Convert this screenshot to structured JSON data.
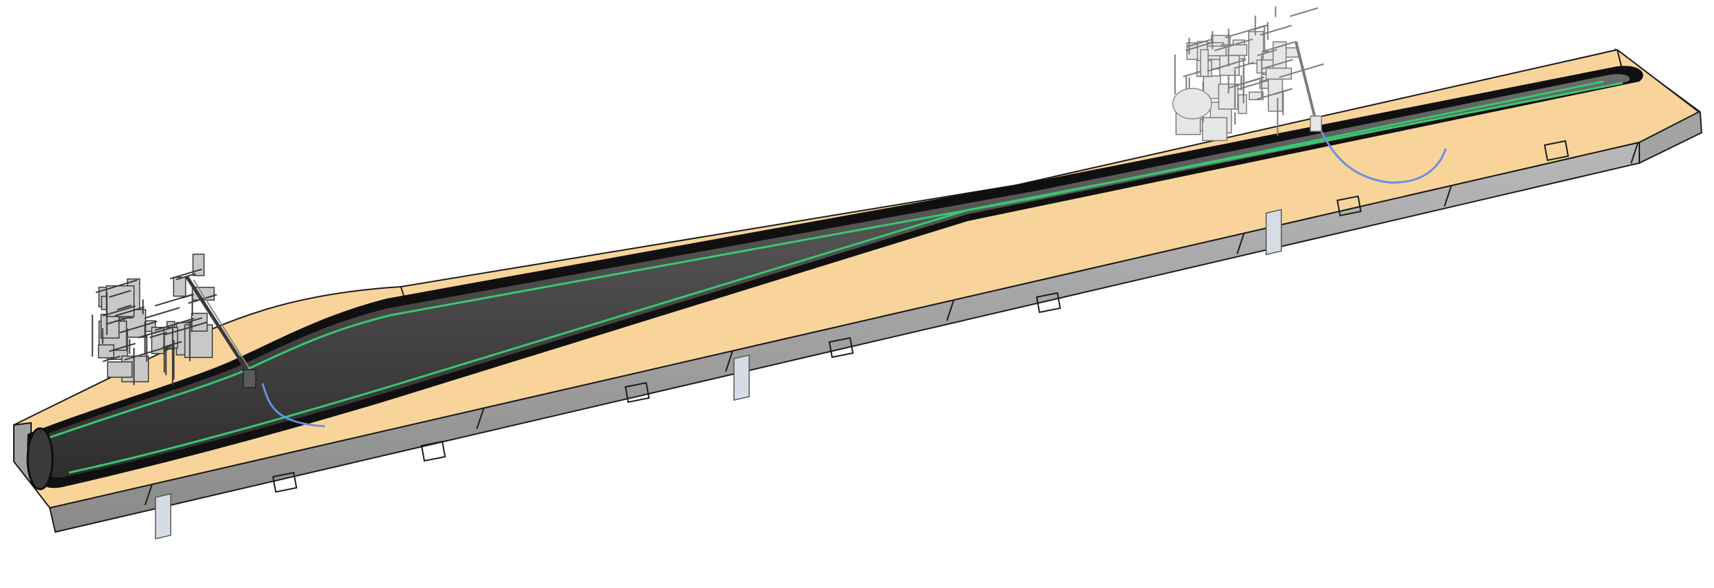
{
  "scene": {
    "colors": {
      "background": "#ffffff",
      "mold_top": "#f9d49a",
      "mold_side": "#a3a3a3",
      "mold_edge": "#1a1a1a",
      "blade": "#4a4a4a",
      "blade_edge": "#101010",
      "flange_line": "#38c870",
      "hose": "#6a8fe0",
      "truss": "#2a2a2a",
      "machinery_dark": "#3a3a3a",
      "machinery_light": "#c8c8c8",
      "clamp": "#d6dce6"
    },
    "components": {
      "mold": "wind-turbine-blade-mold",
      "blade": "blade-shell",
      "left_gantry": "root-end-gantry-machine",
      "right_gantry": "tip-end-gantry-machine",
      "support_truss": "mold-support-truss",
      "flange": "glue-flange-line",
      "hoses": "feed-hoses"
    }
  }
}
